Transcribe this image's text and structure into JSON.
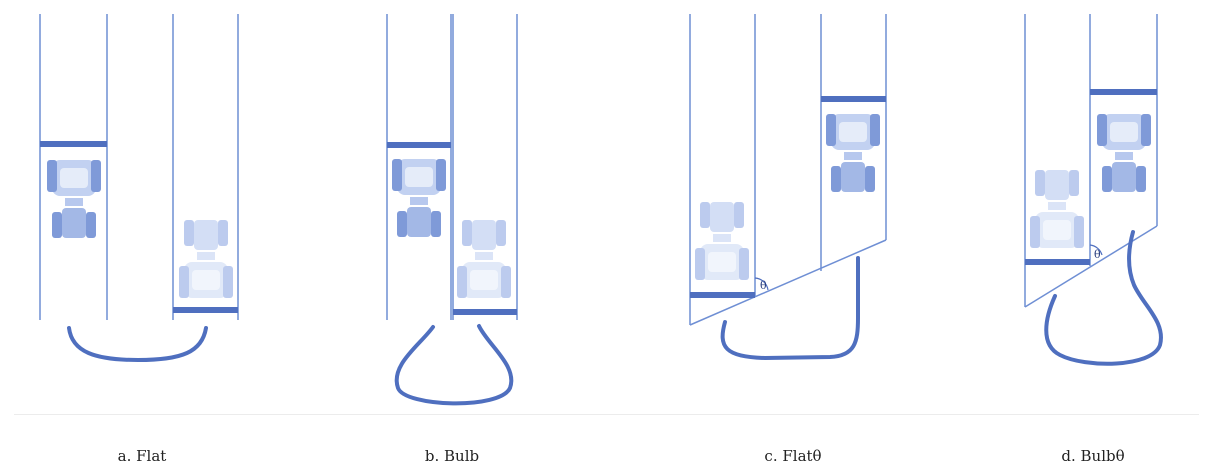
{
  "captions": {
    "a": "a. Flat",
    "b": "b. Bulb",
    "c": "c. Flatθ",
    "d": "d. Bulbθ"
  },
  "angle_labels": {
    "c": "θ",
    "d": "θ"
  },
  "colors": {
    "line": "#6f8fd4",
    "headland_bar": "#4f6fbf",
    "turn_path": "#4f6fbf",
    "tractor_dark": "#7f9ad8",
    "tractor_light": "#c9d6f1"
  },
  "icons": {
    "tractor": "tractor-icon"
  }
}
